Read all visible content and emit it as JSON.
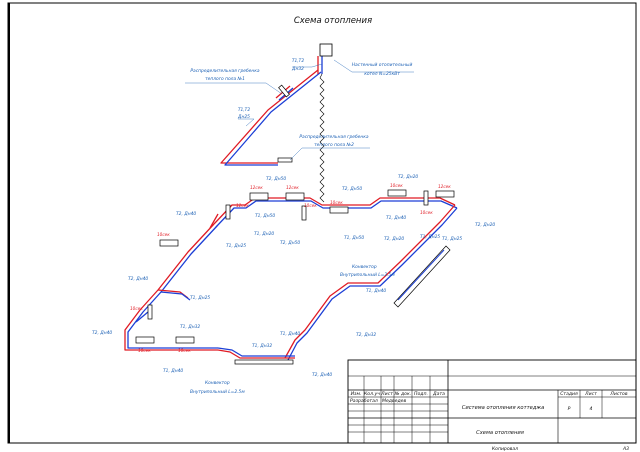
{
  "title": "Схема отопления",
  "colors": {
    "supply": "#e01b24",
    "return": "#1c3fd6",
    "annotation": "#1a5fb4",
    "frame": "#000000"
  },
  "labels": {
    "boiler": [
      "Настенный отопительный",
      "котел N=25кВт"
    ],
    "boiler_pipe": [
      "Т1,Т2",
      "Дн32"
    ],
    "manifold1": [
      "Распределительная гребенка",
      "теплого пола №1"
    ],
    "manifold2": [
      "Распределительная гребенка",
      "теплого пола №2"
    ],
    "t1t2_dn25": [
      "Т1,Т2",
      "Дн25"
    ],
    "t2_dn50_a": "Т2, Дн50",
    "t2_dn40_a": "Т2, Дн40",
    "t1_dn25_a": "Т1, Дн25",
    "t2_dn50_b": "Т2, Дн50",
    "t2_dn20_a": "Т2, Дн20",
    "t2_dn20_b": "Т2, Дн20",
    "t1_dn50_a": "Т1, Дн50",
    "t1_dn40_a": "Т1, Дн40",
    "t1_dn50_b": "Т1, Дн50",
    "t1_dn20": "Т1, Дн20",
    "t1_dn25_b": "Т1, Дн25",
    "t2_dn20_c": "Т2, Дн20",
    "t2_dn50_c": "Т2, Дн50",
    "t2_dn40_b": "Т2, Дн40",
    "t1_dn25_c": "Т1, Дн25",
    "t1_dn32_a": "Т1, Дн32",
    "t2_dn40_c": "Т2, Дн40",
    "t1_dn40_b": "Т1, Дн40",
    "t1_dn40_c": "Т1, Дн40",
    "t2_dn32": "Т2, Дн32",
    "t1_dn32_b": "Т1, Дн32",
    "t1_dn40_d": "Т1, Дн40",
    "t2_dn40_d": "Т2, Дн40",
    "t1_dn25_d": "Т1, Дн25",
    "convector1": [
      "Конвектор",
      "Внутрипольный L=2.5м"
    ],
    "convector2": [
      "Конвектор",
      "Внутрипольный L=2.5м"
    ]
  },
  "radiators": {
    "r1": "10сек",
    "r2": "12сек",
    "r3": "12сек",
    "r4": "12сек",
    "r5": "10сек",
    "r6": "10сек",
    "r7": "10сек",
    "r8": "12сек",
    "r9": "10сек",
    "r10": "10сек",
    "r11": "10сек",
    "r12": "10сек"
  },
  "title_block": {
    "headers": [
      "Изм.",
      "Кол.уч",
      "Лист",
      "№ док.",
      "Подп.",
      "Дата"
    ],
    "developed_label": "Разработал",
    "developer": "Медведев",
    "system_title": "Система отопления коттеджа",
    "sheet_title": "Схема отопления",
    "stage_header": "Стадия",
    "sheet_header": "Лист",
    "sheets_header": "Листов",
    "stage": "Р",
    "sheet": "4",
    "sheets": ""
  },
  "footer": {
    "copied": "Копировал",
    "format": "А3"
  }
}
